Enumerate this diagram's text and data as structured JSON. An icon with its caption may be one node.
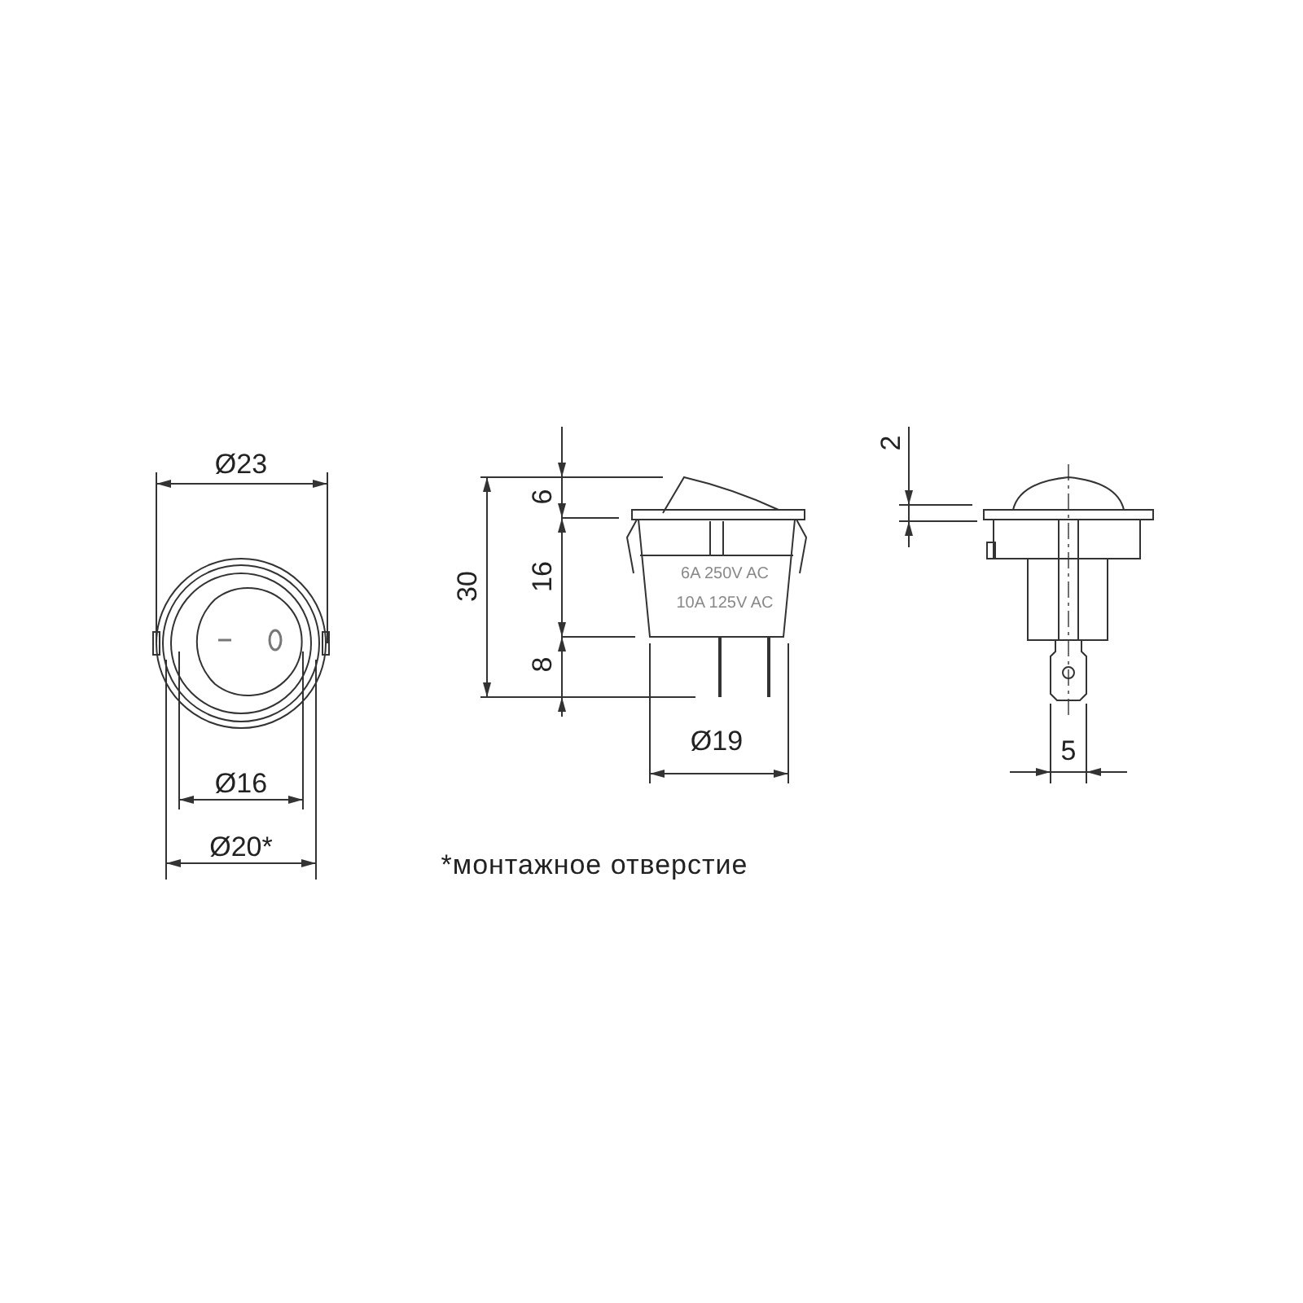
{
  "diagram": {
    "labels": [
      "Ø23",
      "6",
      "2",
      "30",
      "16",
      "6A 250V AC",
      "10A 125V AC",
      "8",
      "Ø19",
      "5",
      "Ø16",
      "Ø20*",
      "*монтажное отверстие"
    ]
  }
}
